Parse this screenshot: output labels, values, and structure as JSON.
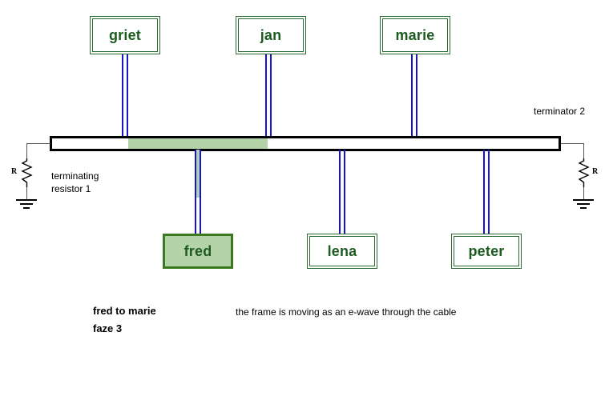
{
  "diagram": {
    "title_caption": "fred to marie",
    "phase_caption": "faze 3",
    "description": "the frame is moving as an e-wave through the cable",
    "colors": {
      "node_border": "#2c6b2f",
      "node_text": "#1d5c20",
      "active_fill": "#b5d3a8",
      "active_border": "#3a7a1e",
      "drop_cable": "#1414d2",
      "bus_outline": "#000000",
      "wave_fill": "#b5d3a8"
    }
  },
  "top_nodes": [
    {
      "label": "griet"
    },
    {
      "label": "jan"
    },
    {
      "label": "marie"
    }
  ],
  "bottom_nodes": [
    {
      "label": "fred",
      "active": true
    },
    {
      "label": "lena",
      "active": false
    },
    {
      "label": "peter",
      "active": false
    }
  ],
  "terminators": {
    "left": {
      "symbol_label": "R",
      "caption_line1": "terminating",
      "caption_line2": "resistor 1"
    },
    "right": {
      "symbol_label": "R",
      "caption": "terminator 2"
    }
  }
}
